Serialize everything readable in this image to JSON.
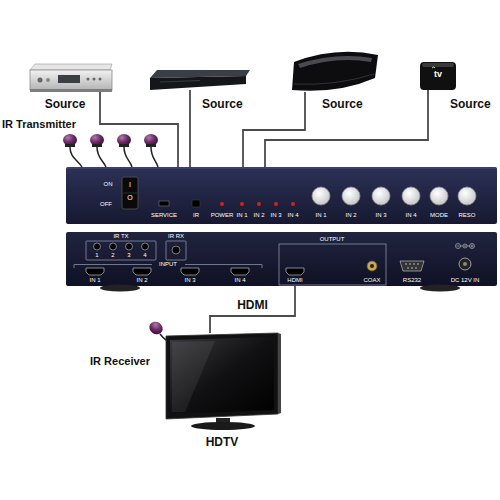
{
  "diagram": {
    "nodes": [
      {
        "text": [
          "Source"
        ]
      },
      {
        "text": [
          "Source"
        ]
      },
      {
        "text": [
          "Source"
        ]
      },
      {
        "text": [
          "Source"
        ]
      },
      {
        "text": [
          "ON",
          "OFF",
          "I",
          "O",
          "SERVICE",
          "IR",
          "POWER",
          "IN 1",
          "IN 2",
          "IN 3",
          "IN 4",
          "IN 1",
          "IN 2",
          "IN 3",
          "IN 4",
          "MODE",
          "RESO"
        ]
      },
      {
        "text": [
          "IR TX",
          "1",
          "2",
          "3",
          "4",
          "IR RX",
          "INPUT",
          "IN 1",
          "IN 2",
          "IN 3",
          "IN 4",
          "OUTPUT",
          "HDMI",
          "COAX",
          "RS232",
          "DC 12V IN"
        ]
      },
      {
        "text": [
          "HDTV"
        ]
      }
    ],
    "edges": [
      {
        "from": 0,
        "to": 4,
        "arrow": "none"
      },
      {
        "from": 1,
        "to": 4,
        "arrow": "none"
      },
      {
        "from": 2,
        "to": 4,
        "arrow": "none"
      },
      {
        "from": 3,
        "to": 4,
        "arrow": "none"
      },
      {
        "from": 5,
        "to": 6,
        "label": "HDMI",
        "arrow": "none"
      }
    ],
    "labels": [
      "tv",
      "IR Transmitter",
      "IR Receiver"
    ]
  }
}
